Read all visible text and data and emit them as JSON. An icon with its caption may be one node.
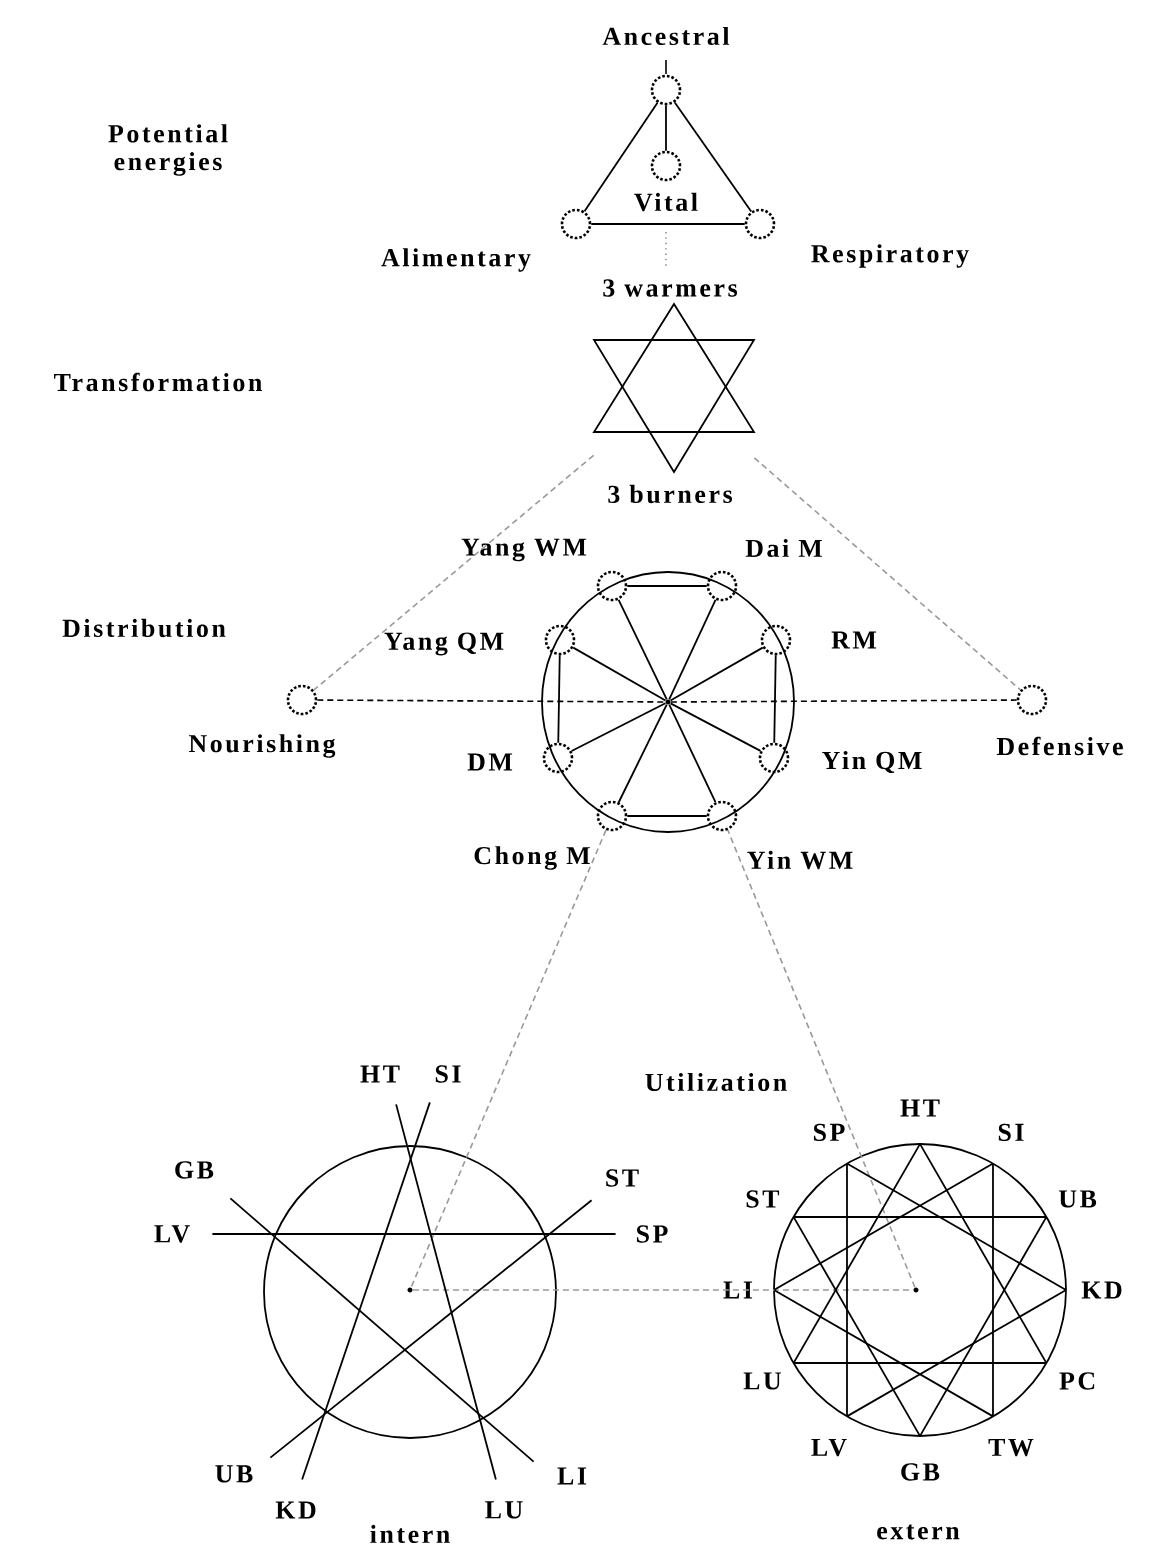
{
  "diagram": {
    "nodes": [
      {
        "text": [
          "Ancestral"
        ]
      },
      {
        "text": [
          "Vital"
        ]
      },
      {
        "text": [
          "Alimentary"
        ]
      },
      {
        "text": [
          "Respiratory"
        ]
      },
      {
        "text": [
          "3 warmers",
          "3 burners"
        ]
      },
      {
        "text": [
          "Yang WM"
        ]
      },
      {
        "text": [
          "Dai M"
        ]
      },
      {
        "text": [
          "Nourishing"
        ]
      },
      {
        "text": [
          "Yang QM"
        ]
      },
      {
        "text": [
          "RM"
        ]
      },
      {
        "text": [
          "Defensive"
        ]
      },
      {
        "text": [
          "DM"
        ]
      },
      {
        "text": [
          "Yin QM"
        ]
      },
      {
        "text": [
          "Chong M"
        ]
      },
      {
        "text": [
          "Yin WM"
        ]
      },
      {
        "text": [
          "HT"
        ]
      },
      {
        "text": [
          "SI"
        ]
      },
      {
        "text": [
          "GB"
        ]
      },
      {
        "text": [
          "LV"
        ]
      },
      {
        "text": [
          "ST"
        ]
      },
      {
        "text": [
          "SP"
        ]
      },
      {
        "text": [
          "UB"
        ]
      },
      {
        "text": [
          "KD"
        ]
      },
      {
        "text": [
          "LU"
        ]
      },
      {
        "text": [
          "LI"
        ]
      },
      {
        "text": [
          "HT"
        ]
      },
      {
        "text": [
          "SP"
        ]
      },
      {
        "text": [
          "SI"
        ]
      },
      {
        "text": [
          "ST"
        ]
      },
      {
        "text": [
          "UB"
        ]
      },
      {
        "text": [
          "LI"
        ]
      },
      {
        "text": [
          "KD"
        ]
      },
      {
        "text": [
          "LU"
        ]
      },
      {
        "text": [
          "PC"
        ]
      },
      {
        "text": [
          "LV"
        ]
      },
      {
        "text": [
          "TW"
        ]
      },
      {
        "text": [
          "GB"
        ]
      },
      {
        "text": [],
        "shape": "point"
      },
      {
        "text": [],
        "shape": "point"
      },
      {
        "text": [],
        "shape": "point"
      }
    ],
    "edges": [
      {
        "from": 0,
        "to": 2,
        "arrow": "none"
      },
      {
        "from": 0,
        "to": 3,
        "arrow": "none"
      },
      {
        "from": 2,
        "to": 3,
        "arrow": "none"
      },
      {
        "from": 0,
        "to": 1,
        "arrow": "none"
      },
      {
        "from": 4,
        "to": 7,
        "arrow": "none",
        "style": "dashed",
        "color": "#999999"
      },
      {
        "from": 4,
        "to": 10,
        "arrow": "none",
        "style": "dashed",
        "color": "#999999"
      },
      {
        "from": 37,
        "to": 5,
        "arrow": "none"
      },
      {
        "from": 37,
        "to": 6,
        "arrow": "none"
      },
      {
        "from": 37,
        "to": 8,
        "arrow": "none"
      },
      {
        "from": 37,
        "to": 9,
        "arrow": "none"
      },
      {
        "from": 37,
        "to": 11,
        "arrow": "none"
      },
      {
        "from": 37,
        "to": 12,
        "arrow": "none"
      },
      {
        "from": 37,
        "to": 13,
        "arrow": "none"
      },
      {
        "from": 37,
        "to": 14,
        "arrow": "none"
      },
      {
        "from": 5,
        "to": 6,
        "arrow": "none"
      },
      {
        "from": 13,
        "to": 14,
        "arrow": "none"
      },
      {
        "from": 8,
        "to": 11,
        "arrow": "none"
      },
      {
        "from": 9,
        "to": 12,
        "arrow": "none"
      },
      {
        "from": 7,
        "to": 37,
        "arrow": "none",
        "style": "dashed"
      },
      {
        "from": 37,
        "to": 10,
        "arrow": "none",
        "style": "dashed"
      },
      {
        "from": 13,
        "to": 38,
        "arrow": "none",
        "style": "dashed",
        "color": "#999999"
      },
      {
        "from": 38,
        "to": 39,
        "arrow": "none",
        "style": "dashed",
        "color": "#999999"
      },
      {
        "from": 39,
        "to": 14,
        "arrow": "none",
        "style": "dashed",
        "color": "#999999"
      },
      {
        "from": 18,
        "to": 20,
        "arrow": "none"
      },
      {
        "from": 17,
        "to": 24,
        "arrow": "none"
      },
      {
        "from": 15,
        "to": 23,
        "arrow": "none"
      },
      {
        "from": 16,
        "to": 22,
        "arrow": "none"
      },
      {
        "from": 19,
        "to": 21,
        "arrow": "none"
      },
      {
        "from": 25,
        "to": 32,
        "arrow": "none"
      },
      {
        "from": 25,
        "to": 33,
        "arrow": "none"
      },
      {
        "from": 32,
        "to": 33,
        "arrow": "none"
      },
      {
        "from": 31,
        "to": 26,
        "arrow": "none"
      },
      {
        "from": 31,
        "to": 34,
        "arrow": "none"
      },
      {
        "from": 26,
        "to": 34,
        "arrow": "none"
      },
      {
        "from": 36,
        "to": 28,
        "arrow": "none"
      },
      {
        "from": 36,
        "to": 29,
        "arrow": "none"
      },
      {
        "from": 28,
        "to": 29,
        "arrow": "none"
      },
      {
        "from": 30,
        "to": 27,
        "arrow": "none"
      },
      {
        "from": 30,
        "to": 35,
        "arrow": "none"
      },
      {
        "from": 27,
        "to": 35,
        "arrow": "none"
      }
    ],
    "labels": [
      "Potential energies",
      "Transformation",
      "Distribution",
      "Utilization",
      "intern",
      "extern"
    ]
  }
}
